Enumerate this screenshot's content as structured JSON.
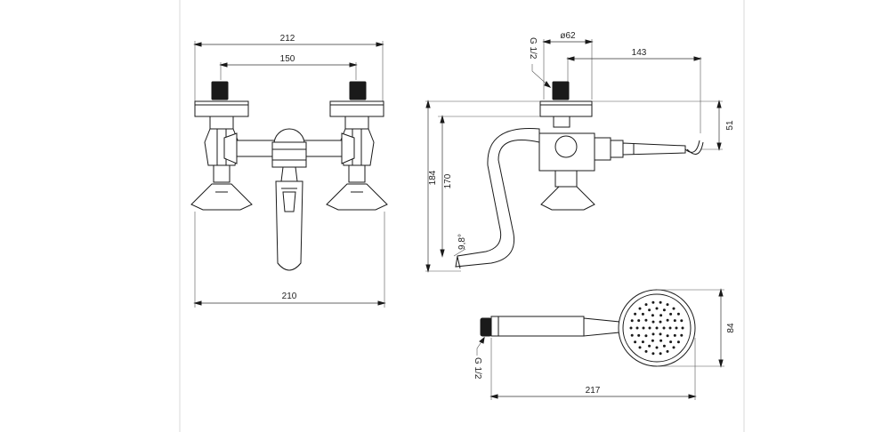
{
  "front_view": {
    "dim_top_outer": "212",
    "dim_top_inner": "150",
    "dim_bottom": "210"
  },
  "side_view": {
    "thread_label": "G 1/2",
    "diameter_label": "ø62",
    "dim_reach": "143",
    "dim_height_outer": "184",
    "dim_height_inner": "170",
    "dim_right": "51",
    "angle_label": "9,8°"
  },
  "hand_shower": {
    "thread_label": "G 1/2",
    "dim_length": "217",
    "dim_head": "84"
  }
}
